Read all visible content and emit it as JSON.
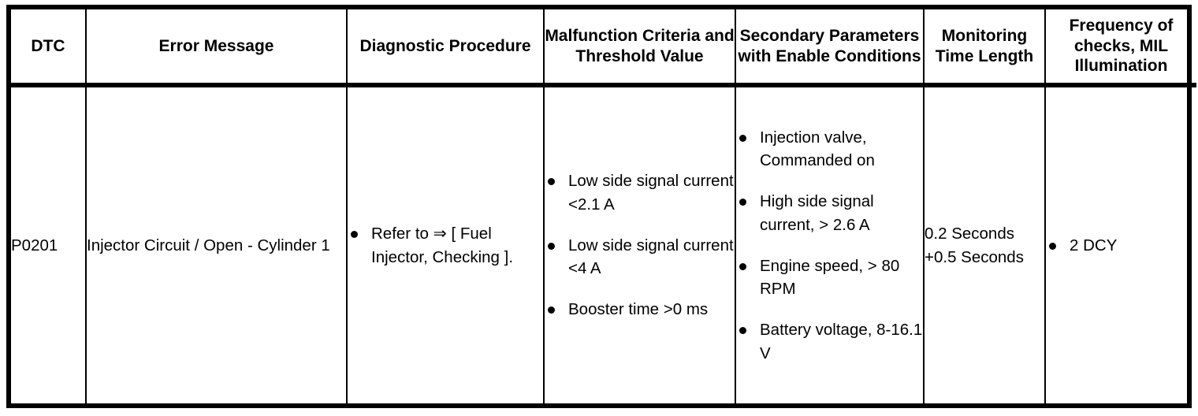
{
  "table": {
    "headers": [
      {
        "label": "DTC",
        "name": "dtc"
      },
      {
        "label": "Error Message",
        "name": "error-message"
      },
      {
        "label": "Diagnostic Procedure",
        "name": "diagnostic-procedure"
      },
      {
        "label": "Malfunction Criteria and Threshold Value",
        "name": "malfunction-criteria"
      },
      {
        "label": "Secondary Parameters with Enable Conditions",
        "name": "secondary-parameters"
      },
      {
        "label": "Monitoring Time Length",
        "name": "monitoring-time-length"
      },
      {
        "label": "Frequency of checks, MIL Illumination",
        "name": "frequency-of-checks"
      }
    ],
    "rows": [
      {
        "dtc": "P0201",
        "error_message": "Injector Circuit / Open - Cylinder 1",
        "diagnostic_procedure": [
          "Refer to ⇒ [ Fuel Injector, Checking ]."
        ],
        "malfunction_criteria": [
          "Low side signal current <2.1 A",
          "Low side signal current <4 A",
          "Booster time >0 ms"
        ],
        "secondary_parameters": [
          "Injection valve, Commanded on",
          "High side signal current, > 2.6 A",
          "Engine speed, > 80 RPM",
          "Battery voltage, 8-16.1 V"
        ],
        "monitoring_time_length": "0.2 Seconds +0.5 Seconds",
        "frequency_of_checks": [
          "2 DCY"
        ]
      }
    ]
  },
  "colors": {
    "border": "#000000",
    "text": "#000000",
    "background": "#ffffff"
  }
}
